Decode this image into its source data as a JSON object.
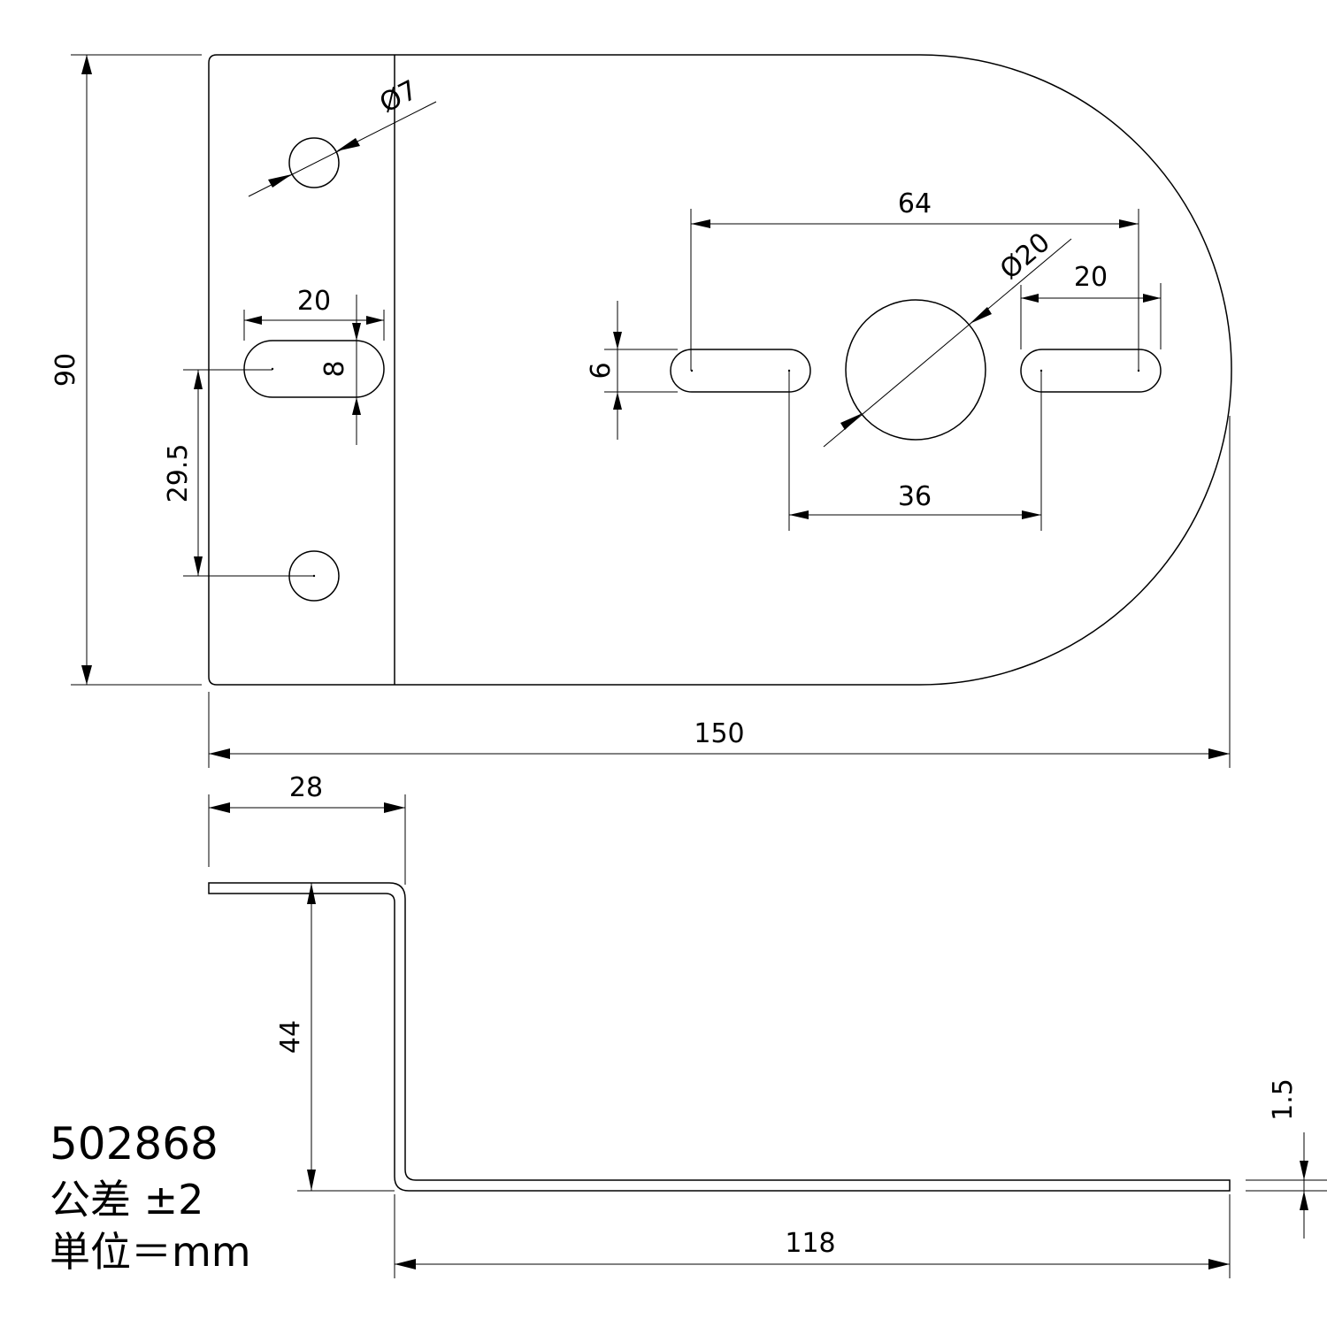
{
  "part_number": "502868",
  "tolerance": "公差 ±2",
  "unit": "単位＝mm",
  "dims": {
    "overall_height": "90",
    "overall_length": "150",
    "hole_small_dia": "Ø7",
    "slot_left_length": "20",
    "slot_left_width": "8",
    "hole_spacing": "29.5",
    "slot_outer_spacing": "64",
    "center_hole_dia": "Ø20",
    "slot_right_length": "20",
    "slot_width": "6",
    "slot_inner_spacing": "36",
    "flange_length": "28",
    "offset_height": "44",
    "thickness": "1.5",
    "base_length": "118"
  }
}
